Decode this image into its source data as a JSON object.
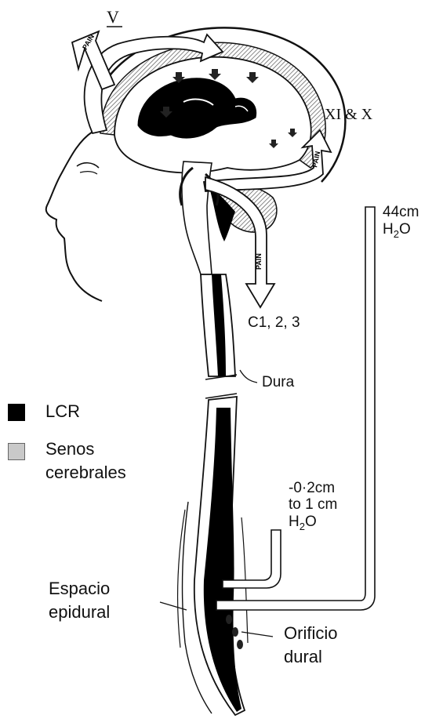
{
  "nerves": {
    "trigeminal": "V",
    "vagus_glosso": "XI & X",
    "cervical": "C1, 2, 3"
  },
  "arrow_text": "PAIN",
  "dura_label": "Dura",
  "pressure_high": {
    "value": "44cm",
    "unit": "H",
    "sub": "2",
    "unit_end": "O"
  },
  "pressure_low": {
    "line1": "-0·2cm",
    "line2": "to 1 cm",
    "unit": "H",
    "sub": "2",
    "unit_end": "O"
  },
  "legend": {
    "lcr": {
      "label": "LCR",
      "color": "#000000"
    },
    "senos": {
      "label_line1": "Senos",
      "label_line2": "cerebrales",
      "color": "#c9c9c9"
    }
  },
  "espacio_epidural": {
    "line1": "Espacio",
    "line2": "epidural"
  },
  "orificio_dural": {
    "line1": "Orificio",
    "line2": "dural"
  }
}
